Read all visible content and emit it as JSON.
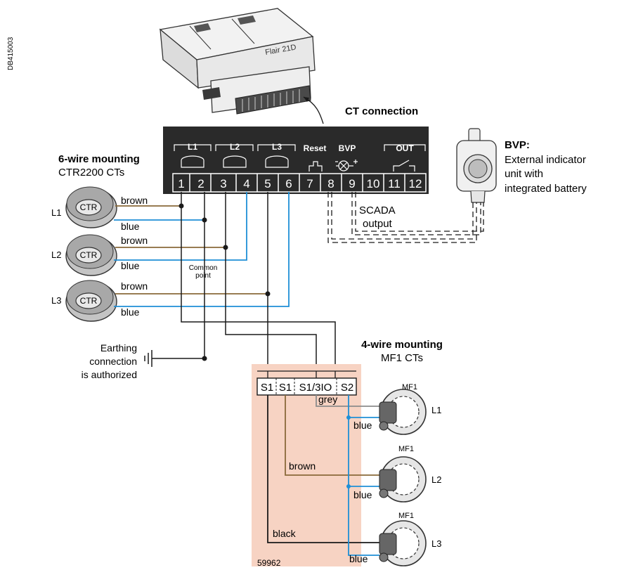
{
  "doc_id": "DB415003",
  "device": {
    "name": "Flair 21D",
    "ct_connection_title": "CT connection",
    "groups": [
      "L1",
      "L2",
      "L3",
      "Reset",
      "BVP",
      "OUT"
    ],
    "terminals": [
      "1",
      "2",
      "3",
      "4",
      "5",
      "6",
      "7",
      "8",
      "9",
      "10",
      "11",
      "12"
    ]
  },
  "six_wire": {
    "title": "6-wire mounting",
    "subtitle": "CTR2200 CTs",
    "ct_label": "CTR",
    "phases": [
      "L1",
      "L2",
      "L3"
    ],
    "wire_brown": "brown",
    "wire_blue": "blue"
  },
  "common_point": [
    "Common",
    "point"
  ],
  "bvp": {
    "title": "BVP:",
    "lines": [
      "External indicator",
      "unit with",
      "integrated battery"
    ]
  },
  "scada": [
    "SCADA",
    "output"
  ],
  "earthing": [
    "Earthing",
    "connection",
    "is authorized"
  ],
  "four_wire": {
    "title": "4-wire mounting",
    "subtitle": "MF1 CTs",
    "terminals": [
      "S1",
      "S1",
      "S1/3IO",
      "S2"
    ],
    "ct_label": "MF1",
    "phases": [
      "L1",
      "L2",
      "L3"
    ],
    "wire_grey": "grey",
    "wire_brown": "brown",
    "wire_black": "black",
    "wire_blue": "blue",
    "part_number": "59962"
  },
  "colors": {
    "brown": "#8a6a3a",
    "blue": "#1f8fd6",
    "black": "#1a1a1a",
    "grey": "#8c8c8c",
    "panel": "#2a2a2a",
    "highlight": "#f7d3c3"
  }
}
